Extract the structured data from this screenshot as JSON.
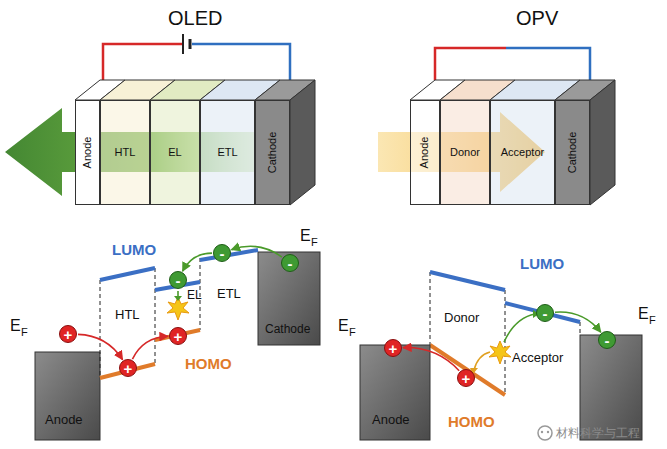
{
  "diagram": {
    "nodes": [
      {
        "text": [
          "Anode"
        ]
      },
      {
        "text": [
          "HTL"
        ]
      },
      {
        "text": [
          "EL"
        ]
      },
      {
        "text": [
          "ETL"
        ]
      },
      {
        "text": [
          "Cathode"
        ]
      },
      {
        "text": [
          "Anode"
        ]
      },
      {
        "text": [
          "Donor"
        ]
      },
      {
        "text": [
          "Acceptor"
        ]
      },
      {
        "text": [
          "Cathode"
        ]
      },
      {
        "text": [
          "Anode"
        ]
      },
      {
        "text": [
          "HTL"
        ]
      },
      {
        "text": [
          "EL"
        ]
      },
      {
        "text": [
          "ETL"
        ]
      },
      {
        "text": [
          "Cathode"
        ]
      },
      {
        "text": [
          "+"
        ]
      },
      {
        "text": [
          "+"
        ]
      },
      {
        "text": [
          "+"
        ]
      },
      {
        "text": [
          "-"
        ]
      },
      {
        "text": [
          "-"
        ]
      },
      {
        "text": [
          "-"
        ]
      },
      {
        "text": [
          "Anode"
        ]
      },
      {
        "text": [
          "Donor"
        ]
      },
      {
        "text": [
          "Acceptor"
        ]
      },
      {
        "text": [
          "+"
        ]
      },
      {
        "text": [
          "+"
        ]
      },
      {
        "text": [
          "-"
        ]
      },
      {
        "text": [
          "-"
        ]
      }
    ],
    "edges": [
      {
        "from": 14,
        "to": 15,
        "arrow": "to"
      },
      {
        "from": 15,
        "to": 16,
        "arrow": "to"
      },
      {
        "from": 19,
        "to": 18,
        "arrow": "to"
      },
      {
        "from": 18,
        "to": 17,
        "arrow": "to"
      },
      {
        "from": 24,
        "to": 23,
        "arrow": "to"
      },
      {
        "from": 25,
        "to": 26,
        "arrow": "to"
      }
    ],
    "labels": [
      "OLED",
      "OPV",
      "LUMO",
      "HOMO",
      "E",
      "F",
      "E",
      "F",
      "LUMO",
      "HOMO",
      "E",
      "F",
      "E",
      "F",
      "材料科学与工程"
    ]
  }
}
